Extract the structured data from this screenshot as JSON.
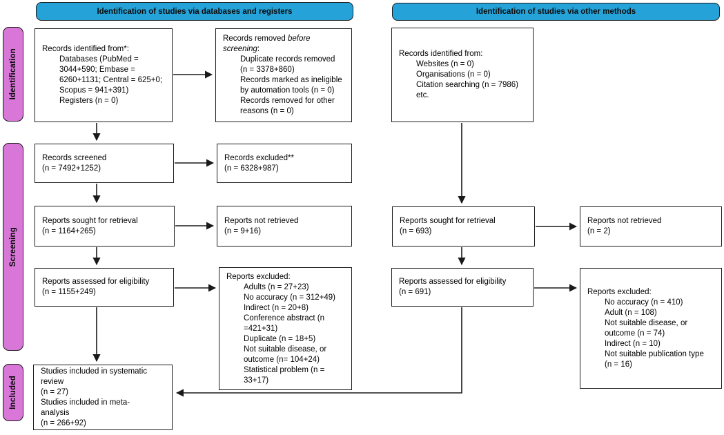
{
  "headers": {
    "left": "Identification of studies via databases and registers",
    "right": "Identification of studies via other methods"
  },
  "side_labels": [
    {
      "label": "Identification"
    },
    {
      "label": "Screening"
    },
    {
      "label": "Included"
    }
  ],
  "colors": {
    "header_bg": "#25a3d9",
    "side_label_bg": "#d977d9",
    "box_bg": "#ffffff",
    "border": "#1a1a1a",
    "arrow": "#1a1a1a",
    "text": "#000000"
  },
  "boxes": [
    {
      "id": "records-identified-db",
      "lines": [
        {
          "t": "Records identified from*:"
        },
        {
          "t": "Databases (PubMed =",
          "ind": 1
        },
        {
          "t": "3044+590; Embase =",
          "ind": 1
        },
        {
          "t": "6260+1131; Central = 625+0;",
          "ind": 1
        },
        {
          "t": "Scopus = 941+391)",
          "ind": 1
        },
        {
          "t": "Registers (n = 0)",
          "ind": 1
        }
      ]
    },
    {
      "id": "records-removed",
      "lines": [
        {
          "parts": [
            {
              "t": "Records removed "
            },
            {
              "t": "before",
              "i": true
            }
          ]
        },
        {
          "parts": [
            {
              "t": "screening",
              "i": true
            },
            {
              "t": ":"
            }
          ]
        },
        {
          "t": "Duplicate records removed",
          "ind": 1
        },
        {
          "t": "(n = 3378+860)",
          "ind": 1
        },
        {
          "t": "Records marked as ineligible",
          "ind": 1
        },
        {
          "t": "by automation tools (n = 0)",
          "ind": 1
        },
        {
          "t": "Records removed for other",
          "ind": 1
        },
        {
          "t": "reasons (n = 0)",
          "ind": 1
        }
      ]
    },
    {
      "id": "records-identified-other",
      "lines": [
        {
          "t": "Records identified from:"
        },
        {
          "t": "Websites (n = 0)",
          "ind": 1
        },
        {
          "t": "Organisations (n = 0)",
          "ind": 1
        },
        {
          "t": "Citation searching (n = 7986)",
          "ind": 1
        },
        {
          "t": "etc.",
          "ind": 1
        }
      ]
    },
    {
      "id": "records-screened",
      "lines": [
        {
          "t": "Records screened"
        },
        {
          "t": "(n = 7492+1252)"
        }
      ]
    },
    {
      "id": "records-excluded",
      "lines": [
        {
          "t": "Records excluded**"
        },
        {
          "t": "(n = 6328+987)"
        }
      ]
    },
    {
      "id": "reports-sought-db",
      "lines": [
        {
          "t": "Reports sought for retrieval"
        },
        {
          "t": "(n = 1164+265)"
        }
      ]
    },
    {
      "id": "reports-not-retrieved-db",
      "lines": [
        {
          "t": "Reports not retrieved"
        },
        {
          "t": "(n = 9+16)"
        }
      ]
    },
    {
      "id": "reports-assessed-db",
      "lines": [
        {
          "t": "Reports assessed for eligibility"
        },
        {
          "t": "(n = 1155+249)"
        }
      ]
    },
    {
      "id": "reports-excluded-db",
      "lines": [
        {
          "t": "Reports excluded:"
        },
        {
          "t": "Adults (n = 27+23)",
          "ind": 1
        },
        {
          "t": "No accuracy (n = 312+49)",
          "ind": 1
        },
        {
          "t": "Indirect (n = 20+8)",
          "ind": 1
        },
        {
          "t": "Conference abstract (n",
          "ind": 1
        },
        {
          "t": "=421+31)",
          "ind": 1
        },
        {
          "t": "Duplicate (n = 18+5)",
          "ind": 1
        },
        {
          "t": "Not suitable disease, or",
          "ind": 1
        },
        {
          "t": "outcome (n= 104+24)",
          "ind": 1
        },
        {
          "t": "Statistical problem (n =",
          "ind": 1
        },
        {
          "t": "33+17)",
          "ind": 1
        }
      ]
    },
    {
      "id": "reports-sought-other",
      "lines": [
        {
          "t": "Reports sought for retrieval"
        },
        {
          "t": "(n = 693)"
        }
      ]
    },
    {
      "id": "reports-not-retrieved-other",
      "lines": [
        {
          "t": "Reports not retrieved"
        },
        {
          "t": "(n = 2)"
        }
      ]
    },
    {
      "id": "reports-assessed-other",
      "lines": [
        {
          "t": "Reports assessed for eligibility"
        },
        {
          "t": "(n = 691)"
        }
      ]
    },
    {
      "id": "reports-excluded-other",
      "lines": [
        {
          "t": "Reports excluded:"
        },
        {
          "t": "No accuracy (n = 410)",
          "ind": 1
        },
        {
          "t": "Adult (n = 108)",
          "ind": 1
        },
        {
          "t": "Not suitable disease, or",
          "ind": 1
        },
        {
          "t": "outcome (n = 74)",
          "ind": 1
        },
        {
          "t": "Indirect (n = 10)",
          "ind": 1
        },
        {
          "t": "Not suitable publication type",
          "ind": 1
        },
        {
          "t": "(n = 16)",
          "ind": 1
        }
      ]
    },
    {
      "id": "studies-included",
      "lines": [
        {
          "t": "Studies included in systematic"
        },
        {
          "t": "review"
        },
        {
          "t": "(n = 27)"
        },
        {
          "t": "Studies included in meta-"
        },
        {
          "t": "analysis"
        },
        {
          "t": "(n = 266+92)"
        }
      ]
    }
  ]
}
